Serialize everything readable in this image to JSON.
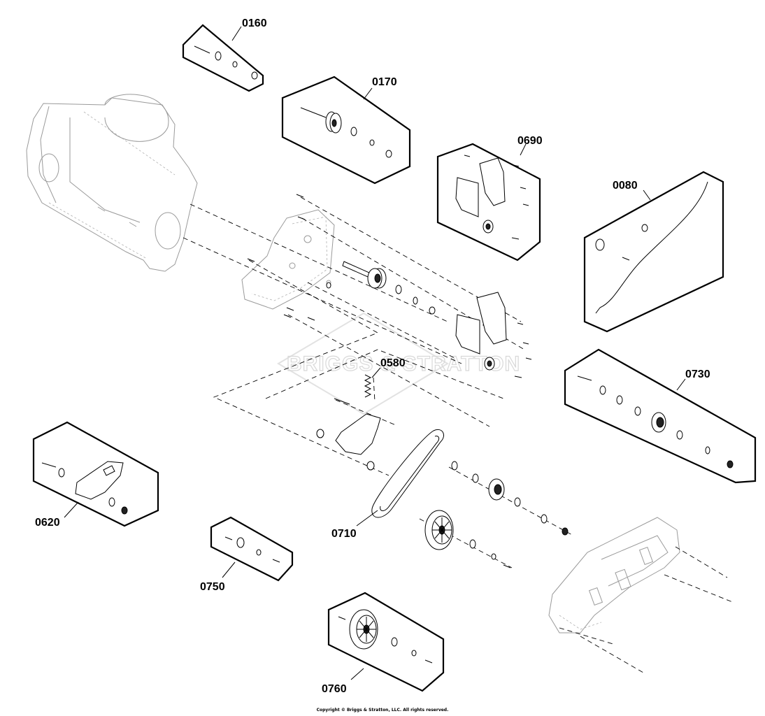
{
  "watermark": "BRIGGS & STRATTON",
  "copyright": "Copyright © Briggs & Stratton, LLC. All rights reserved.",
  "callouts": {
    "c0160": "0160",
    "c0170": "0170",
    "c0690": "0690",
    "c0080": "0080",
    "c0580": "0580",
    "c0730": "0730",
    "c0620": "0620",
    "c0710": "0710",
    "c0750": "0750",
    "c0760": "0760"
  }
}
